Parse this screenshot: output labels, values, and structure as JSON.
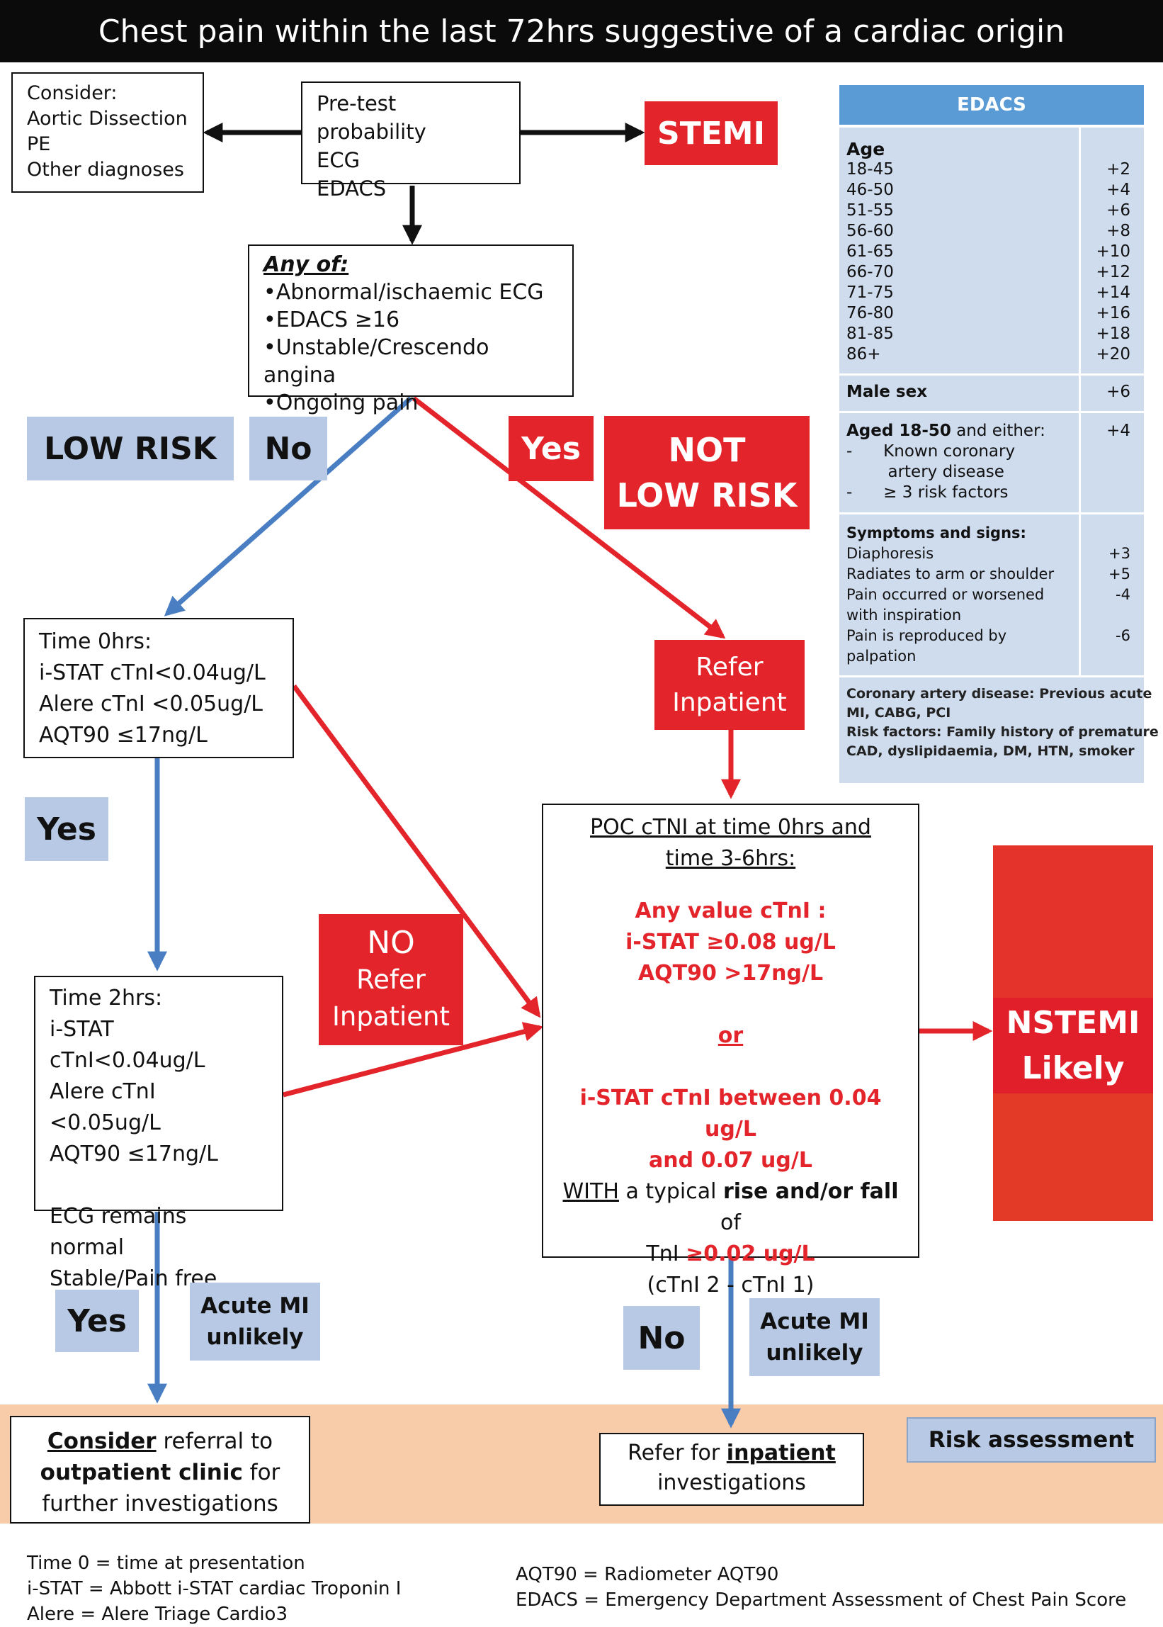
{
  "title": "Chest pain within the last 72hrs suggestive of a cardiac origin",
  "consider": {
    "heading": "Consider:",
    "items": [
      "Aortic Dissection",
      "PE",
      "Other diagnoses"
    ]
  },
  "pretest": {
    "lines": [
      "Pre-test probability",
      "ECG",
      "EDACS"
    ]
  },
  "stemi": "STEMI",
  "anyof": {
    "heading": "Any of:",
    "items": [
      "•Abnormal/ischaemic ECG",
      "•EDACS ≥16",
      "•Unstable/Crescendo angina",
      "•Ongoing pain"
    ]
  },
  "labels": {
    "low_risk": "LOW RISK",
    "no1": "No",
    "yes1": "Yes",
    "not_low_risk": [
      "NOT",
      "LOW RISK"
    ],
    "refer_inpatient": [
      "Refer",
      "Inpatient"
    ],
    "yes2": "Yes",
    "no_refer": [
      "NO",
      "Refer",
      "Inpatient"
    ],
    "nstemi": [
      "NSTEMI",
      "Likely"
    ],
    "yes3": "Yes",
    "acute_mi_1": [
      "Acute MI",
      "unlikely"
    ],
    "no2": "No",
    "acute_mi_2": [
      "Acute MI",
      "unlikely"
    ],
    "risk_assessment": "Risk assessment"
  },
  "time0": {
    "lines": [
      "Time 0hrs:",
      "i-STAT cTnI<0.04ug/L",
      "Alere cTnI <0.05ug/L",
      "AQT90 ≤17ng/L"
    ]
  },
  "time2": {
    "lines": [
      "Time 2hrs:",
      "i-STAT cTnI<0.04ug/L",
      "Alere cTnI <0.05ug/L",
      "AQT90 ≤17ng/L",
      "",
      "ECG remains normal",
      "Stable/Pain free"
    ]
  },
  "poc": {
    "heading": "POC cTNI at time 0hrs and time 3-6hrs:",
    "any_value": "Any value cTnI :",
    "istat": "i-STAT ≥0.08 ug/L",
    "aqt": "AQT90 >17ng/L",
    "or": "or",
    "between1": "i-STAT cTnI between 0.04 ug/L",
    "between2": "and 0.07 ug/L",
    "with": "WITH",
    "typical": " a typical ",
    "risefall": "rise and/or fall",
    "of": " of",
    "tni": "TnI ",
    "delta": "≥0.02 ug/L",
    "diff": "(cTnI 2 - cTnI 1)"
  },
  "outpatient": {
    "consider": "Consider",
    "referral_to": " referral to",
    "clinic": "outpatient clinic",
    "for": " for",
    "further": "further investigations"
  },
  "inpatient_box": {
    "refer_for": "Refer for ",
    "inpatient": "inpatient",
    "investigations": "investigations"
  },
  "edacs": {
    "header": "EDACS",
    "age_heading": "Age",
    "age_rows": [
      {
        "label": "18-45",
        "score": "+2"
      },
      {
        "label": "46-50",
        "score": "+4"
      },
      {
        "label": "51-55",
        "score": "+6"
      },
      {
        "label": "56-60",
        "score": "+8"
      },
      {
        "label": "61-65",
        "score": "+10"
      },
      {
        "label": "66-70",
        "score": "+12"
      },
      {
        "label": "71-75",
        "score": "+14"
      },
      {
        "label": "76-80",
        "score": "+16"
      },
      {
        "label": "81-85",
        "score": "+18"
      },
      {
        "label": "86+",
        "score": "+20"
      }
    ],
    "male": {
      "label": "Male sex",
      "score": "+6"
    },
    "aged": {
      "label_bold": "Aged 18-50",
      "label_rest": " and either:",
      "score": "+4",
      "items": [
        "-      Known coronary",
        "        artery disease",
        "-      ≥ 3 risk factors"
      ]
    },
    "symptoms_heading": "Symptoms and signs:",
    "symptoms": [
      {
        "label": "Diaphoresis",
        "score": "+3"
      },
      {
        "label": "Radiates to arm or shoulder",
        "score": "+5"
      },
      {
        "label": "Pain occurred or worsened",
        "score": "-4"
      },
      {
        "label": "with inspiration",
        "score": ""
      },
      {
        "label": "Pain is reproduced by",
        "score": "-6"
      },
      {
        "label": "palpation",
        "score": ""
      }
    ],
    "notes": [
      "Coronary artery disease: Previous acute",
      "MI, CABG, PCI",
      "Risk factors: Family history of premature",
      "CAD, dyslipidaemia, DM, HTN, smoker"
    ]
  },
  "footnotes": {
    "left": [
      "Time 0 = time at presentation",
      "i-STAT = Abbott i-STAT cardiac Troponin I",
      "Alere = Alere Triage Cardio3"
    ],
    "right": [
      "AQT90 = Radiometer AQT90",
      "EDACS = Emergency Department Assessment of Chest Pain Score"
    ]
  },
  "colors": {
    "red": "#e3252b",
    "light_blue": "#b7c9e4",
    "blue_arrow": "#4a7ec2",
    "peach": "#f8cba9",
    "edacs_header": "#5b9bd5"
  }
}
